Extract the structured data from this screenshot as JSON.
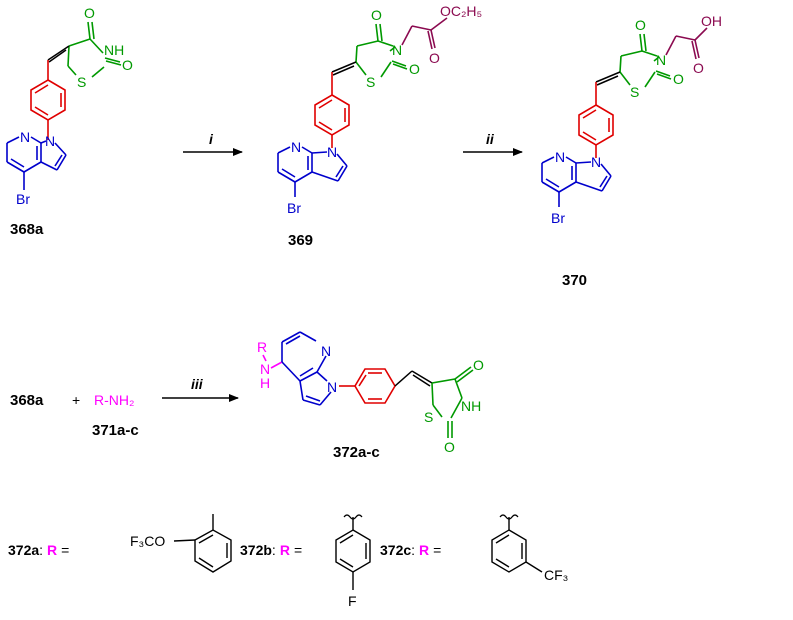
{
  "colors": {
    "azaindole": "#0000cc",
    "phenyl": "#e00000",
    "thiazolidinedione": "#009900",
    "acetic_side_chain": "#8b0a50",
    "amine_R": "#ff00ff",
    "bonds_black": "#000000"
  },
  "compounds": {
    "c368a": "368a",
    "c369": "369",
    "c370": "370",
    "c371": "371a-c",
    "c372": "372a-c"
  },
  "reagents": {
    "r1": "i",
    "r2": "ii",
    "r3": "iii"
  },
  "atoms": {
    "N": "N",
    "S": "S",
    "O": "O",
    "Br": "Br",
    "NH": "NH",
    "H": "H",
    "R": "R",
    "OC2H5": "OC₂H₅",
    "OH": "OH",
    "F": "F",
    "F3CO": "F₃CO",
    "CF3": "CF₃"
  },
  "reactant2": {
    "amine": "R-NH₂",
    "plus": "+",
    "ref": "368a"
  },
  "rgroups": {
    "a": {
      "label": "372a",
      "colon": ":",
      "R": "R",
      "eq": "="
    },
    "b": {
      "label": "372b",
      "colon": ":",
      "R": "R",
      "eq": "="
    },
    "c": {
      "label": "372c",
      "colon": ":",
      "R": "R",
      "eq": "="
    }
  }
}
